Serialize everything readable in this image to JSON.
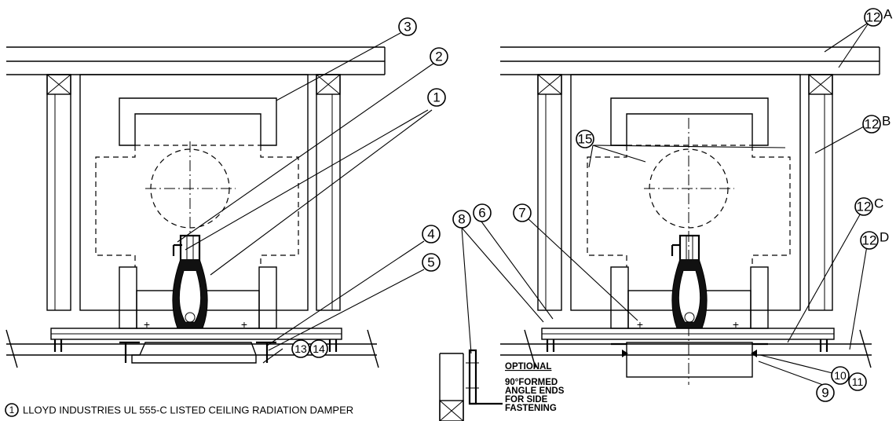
{
  "callouts": {
    "c1": "1",
    "c2": "2",
    "c3": "3",
    "c4": "4",
    "c5": "5",
    "c6": "6",
    "c7": "7",
    "c8": "8",
    "c9": "9",
    "c10": "10",
    "c11": "11",
    "c12a": "12",
    "c12b": "12",
    "c12c": "12",
    "c12d": "12",
    "c13": "13",
    "c14": "14",
    "c15": "15"
  },
  "callout_letters": {
    "a": "A",
    "b": "B",
    "c": "C",
    "d": "D"
  },
  "optional_note": {
    "title": "OPTIONAL",
    "line1": "90°FORMED",
    "line2": "ANGLE  ENDS",
    "line3": "FOR  SIDE",
    "line4": "FASTENING"
  },
  "legend": {
    "number": "1",
    "text": "LLOYD INDUSTRIES UL 555-C LISTED CEILING RADIATION DAMPER"
  }
}
